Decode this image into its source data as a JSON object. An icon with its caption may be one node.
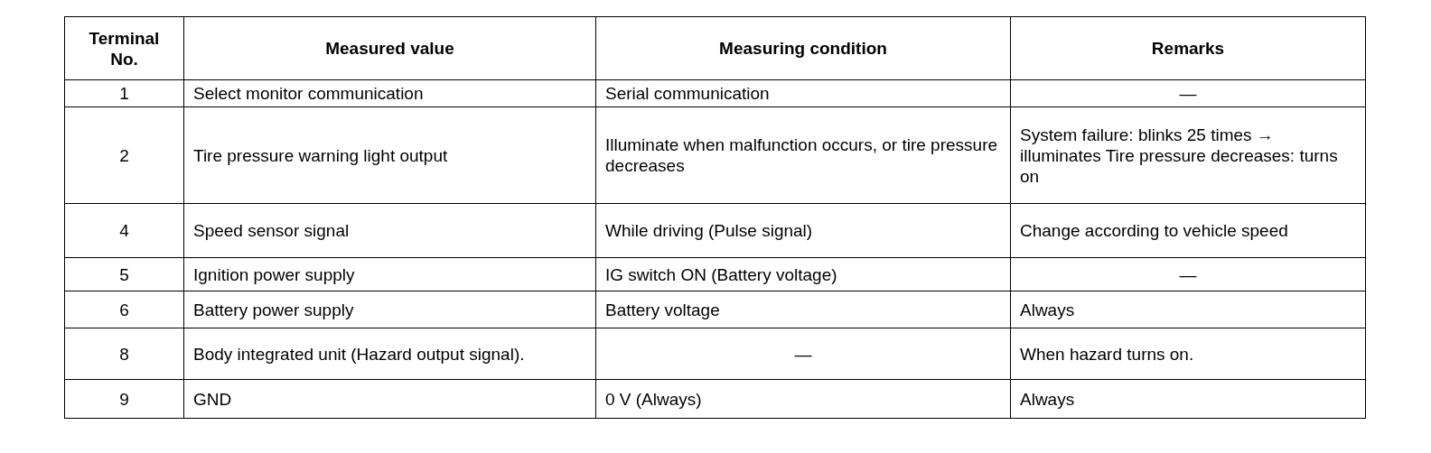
{
  "diagram": {
    "labels": [
      "Terminal No.",
      "Measured value",
      "Measuring condition",
      "Remarks",
      "1",
      "Select monitor communication",
      "Serial communication",
      "—",
      "2",
      "Tire pressure warning light output",
      "Illuminate when malfunction occurs, or tire pressure decreases",
      "System failure: blinks 25 times → illuminates Tire pressure decreases: turns on",
      "4",
      "Speed sensor signal",
      "While driving (Pulse signal)",
      "Change according to vehicle speed",
      "5",
      "Ignition power supply",
      "IG switch ON (Battery voltage)",
      "—",
      "6",
      "Battery power supply",
      "Battery voltage",
      "Always",
      "8",
      "Body integrated unit (Hazard output signal).",
      "—",
      "When hazard turns on.",
      "9",
      "GND",
      "0 V (Always)",
      "Always"
    ]
  }
}
